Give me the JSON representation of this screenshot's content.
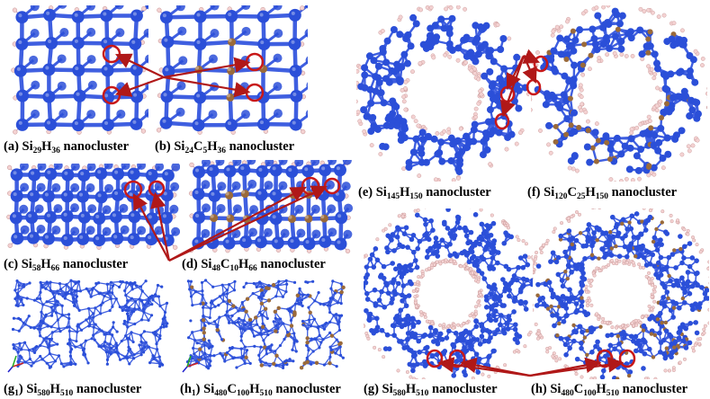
{
  "colors": {
    "silicon": "#2b4fd8",
    "silicon_highlight": "#5a7cff",
    "bond": "#3f5fe0",
    "carbon": "#9a6a3a",
    "hydrogen": "#f4d2d2",
    "arrow": "#b01818",
    "highlight_ring": "#c81818"
  },
  "panels": {
    "a": {
      "label": "(a)",
      "formula": [
        {
          "t": "Si"
        },
        {
          "s": "29"
        },
        {
          "t": "H"
        },
        {
          "s": "36"
        }
      ],
      "suffix": "nanocluster",
      "structure": "grid",
      "cols": 5,
      "rows": 5,
      "carbon": []
    },
    "b": {
      "label": "(b)",
      "formula": [
        {
          "t": "Si"
        },
        {
          "s": "24"
        },
        {
          "t": "C"
        },
        {
          "s": "5"
        },
        {
          "t": "H"
        },
        {
          "s": "36"
        }
      ],
      "suffix": "nanocluster",
      "structure": "grid",
      "cols": 5,
      "rows": 5,
      "carbon": [
        [
          2,
          1
        ],
        [
          1,
          2
        ],
        [
          2,
          2
        ],
        [
          3,
          2
        ],
        [
          2,
          3
        ]
      ]
    },
    "c": {
      "label": "(c)",
      "formula": [
        {
          "t": "Si"
        },
        {
          "s": "58"
        },
        {
          "t": "H"
        },
        {
          "s": "66"
        }
      ],
      "suffix": "nanocluster",
      "structure": "grid",
      "cols": 10,
      "rows": 4,
      "carbon": []
    },
    "d": {
      "label": "(d)",
      "formula": [
        {
          "t": "Si"
        },
        {
          "s": "48"
        },
        {
          "t": "C"
        },
        {
          "s": "10"
        },
        {
          "t": "H"
        },
        {
          "s": "66"
        }
      ],
      "suffix": "nanocluster",
      "structure": "grid",
      "cols": 10,
      "rows": 4,
      "carbon": [
        [
          2,
          1
        ],
        [
          2,
          2
        ],
        [
          3,
          1
        ],
        [
          3,
          2
        ],
        [
          1,
          2
        ],
        [
          7,
          1
        ],
        [
          7,
          2
        ],
        [
          6,
          1
        ],
        [
          6,
          2
        ],
        [
          8,
          2
        ]
      ]
    },
    "e": {
      "label": "(e)",
      "formula": [
        {
          "t": "Si"
        },
        {
          "s": "145"
        },
        {
          "t": "H"
        },
        {
          "s": "150"
        }
      ],
      "suffix": "nanocluster",
      "structure": "ring",
      "carbon_fraction": 0
    },
    "f": {
      "label": "(f)",
      "formula": [
        {
          "t": "Si"
        },
        {
          "s": "120"
        },
        {
          "t": "C"
        },
        {
          "s": "25"
        },
        {
          "t": "H"
        },
        {
          "s": "150"
        }
      ],
      "suffix": "nanocluster",
      "structure": "ring",
      "carbon_fraction": 0.17
    },
    "g1": {
      "label": "(g",
      "label_sub": "1",
      "label_close": ")",
      "formula": [
        {
          "t": "Si"
        },
        {
          "s": "580"
        },
        {
          "t": "H"
        },
        {
          "s": "510"
        }
      ],
      "suffix": "nanocluster",
      "structure": "slab",
      "carbon_fraction": 0
    },
    "h1": {
      "label": "(h",
      "label_sub": "1",
      "label_close": ")",
      "formula": [
        {
          "t": "Si"
        },
        {
          "s": "480"
        },
        {
          "t": "C"
        },
        {
          "s": "100"
        },
        {
          "t": "H"
        },
        {
          "s": "510"
        }
      ],
      "suffix": "nanocluster",
      "structure": "slab",
      "carbon_fraction": 0.17
    },
    "g": {
      "label": "(g)",
      "formula": [
        {
          "t": "Si"
        },
        {
          "s": "580"
        },
        {
          "t": "H"
        },
        {
          "s": "510"
        }
      ],
      "suffix": "nanocluster",
      "structure": "dense-ring",
      "carbon_fraction": 0
    },
    "h": {
      "label": "(h)",
      "formula": [
        {
          "t": "Si"
        },
        {
          "s": "480"
        },
        {
          "t": "C"
        },
        {
          "s": "100"
        },
        {
          "t": "H"
        },
        {
          "s": "510"
        }
      ],
      "suffix": "nanocluster",
      "structure": "dense-ring",
      "carbon_fraction": 0.17
    }
  }
}
